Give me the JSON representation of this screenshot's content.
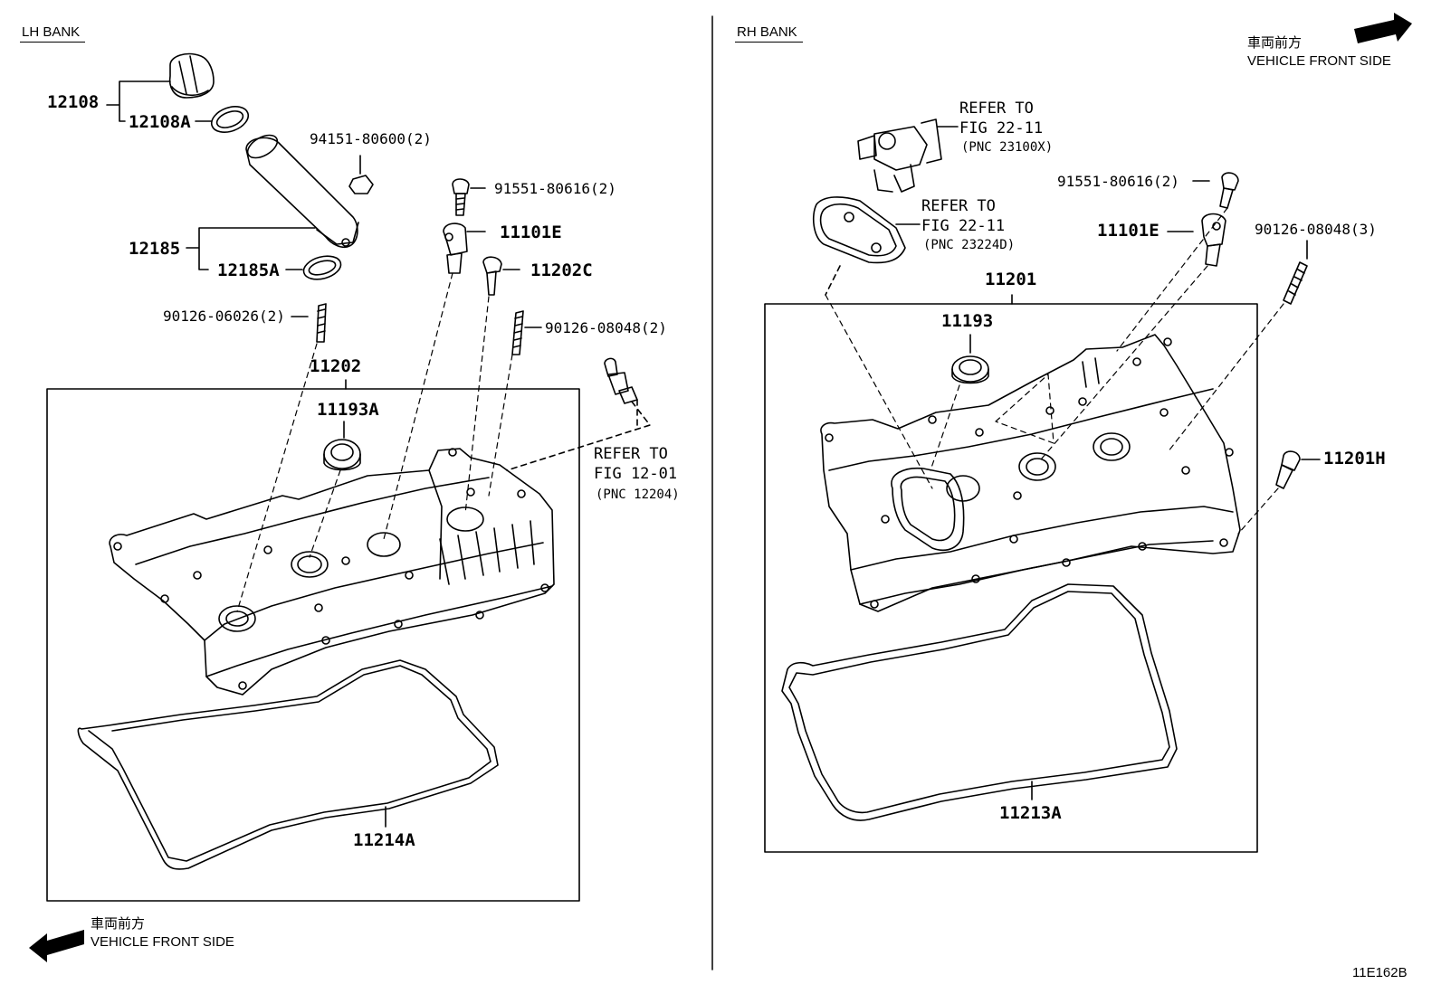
{
  "sections": {
    "lh_bank": "LH BANK",
    "rh_bank": "RH BANK"
  },
  "direction": {
    "top_jp": "車両前方",
    "top_en": "VEHICLE FRONT SIDE",
    "bottom_jp": "車両前方",
    "bottom_en": "VEHICLE FRONT SIDE"
  },
  "figure_code": "11E162B",
  "lh_parts": {
    "p12108": "12108",
    "p12108A": "12108A",
    "p94151": "94151-80600(2)",
    "p91551": "91551-80616(2)",
    "p11101E": "11101E",
    "p11202C": "11202C",
    "p12185": "12185",
    "p12185A": "12185A",
    "p90126a": "90126-06026(2)",
    "p90126b": "90126-08048(2)",
    "p11202": "11202",
    "p11193A": "11193A",
    "p11214A": "11214A",
    "ref_line1": "REFER TO",
    "ref_line2": "FIG 12-01",
    "ref_line3": "(PNC 12204)"
  },
  "rh_parts": {
    "ref1_line1": "REFER TO",
    "ref1_line2": "FIG 22-11",
    "ref1_line3": "(PNC 23100X)",
    "ref2_line1": "REFER TO",
    "ref2_line2": "FIG 22-11",
    "ref2_line3": "(PNC 23224D)",
    "p91551": "91551-80616(2)",
    "p11101E": "11101E",
    "p90126": "90126-08048(3)",
    "p11201": "11201",
    "p11193": "11193",
    "p11201H": "11201H",
    "p11213A": "11213A"
  }
}
